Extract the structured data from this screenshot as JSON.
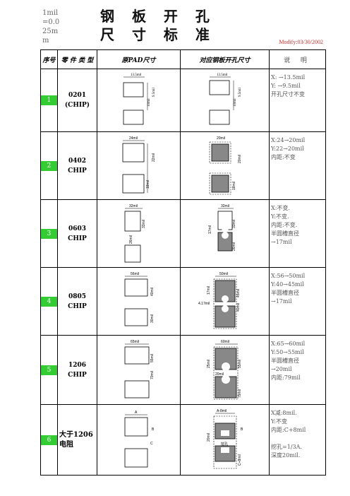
{
  "header": {
    "unit_note": "1mil\n=0.0\n25m\nm",
    "title_line1": "钢 板 开 孔",
    "title_line2": "尺 寸 标 准",
    "modify": "Modify:03/30/2002"
  },
  "columns": {
    "num": "序号",
    "part": "零 件 类 型",
    "pad": "原PAD尺寸",
    "opening": "对应钢板开孔尺寸",
    "desc": "说  明"
  },
  "rows": [
    {
      "num": "1",
      "part1": "0201",
      "part2": "(CHIP)",
      "pad_labels": [
        "13.5mil",
        "10mil",
        "9.5mil"
      ],
      "open_labels": [
        "13.5mil",
        "10mil",
        "9.5mil"
      ],
      "info": [
        "X:    →13.5mil",
        "Y:    →9.5mil",
        "      开孔尺寸不变"
      ]
    },
    {
      "num": "2",
      "part1": "0402",
      "part2": "CHIP",
      "pad_labels": [
        "24mil",
        "18mil",
        "22mil"
      ],
      "open_labels": [
        "20mil",
        "20mil",
        "18mil"
      ],
      "info": [
        "X:24→20mil",
        "Y:22→20mil",
        "内距:不变"
      ]
    },
    {
      "num": "3",
      "part1": "0603",
      "part2": "CHIP",
      "pad_labels": [
        "32mil",
        "33mil",
        "26mil"
      ],
      "open_labels": [
        "32mil",
        "33mil",
        "17mil",
        "26mil"
      ],
      "info": [
        "X:不变.",
        "Y:不变.",
        "内距:不变.",
        "半圆槽直径",
        "→17mil"
      ]
    },
    {
      "num": "4",
      "part1": "0805",
      "part2": "CHIP",
      "pad_labels": [
        "56mil",
        "40mil",
        "30mil"
      ],
      "open_labels": [
        "50mil",
        "17mil",
        "4.17mil",
        "45mil",
        "40mil"
      ],
      "info": [
        "X:56→50mil",
        "Y:40→45mil",
        "半圆槽直径",
        "→17mil"
      ]
    },
    {
      "num": "5",
      "part1": "1206",
      "part2": "CHIP",
      "pad_labels": [
        "65mil",
        "70mil",
        "55mil"
      ],
      "open_labels": [
        "60mil",
        "25mil",
        "20mil",
        "55mil",
        "79mil"
      ],
      "info": [
        "X:65→60mil",
        "Y:50→55mil",
        "半圆槽直径",
        "→20mil",
        "内距:79mil"
      ]
    },
    {
      "num": "6",
      "part1": "大于1206",
      "part2": "电阻",
      "pad_labels": [
        "A",
        "B",
        "C"
      ],
      "open_labels": [
        "A-8mil",
        "B",
        "C+8mil",
        "20mil",
        "挖孔"
      ],
      "info": [
        "X减:8mil.",
        "Y:不变",
        "内距:C+8mil",
        "",
        "挖孔=1/3A.",
        "深度20mil."
      ]
    }
  ]
}
